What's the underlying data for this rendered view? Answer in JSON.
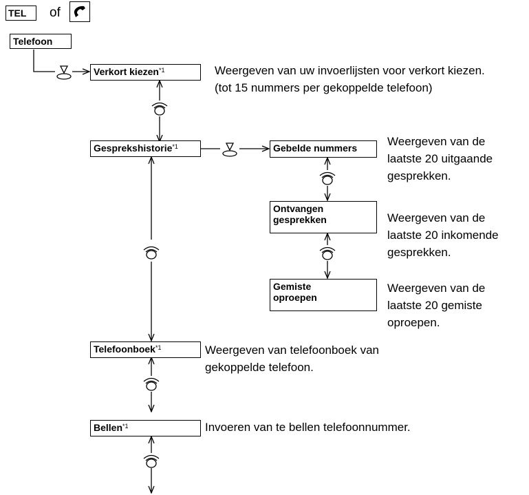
{
  "header": {
    "tel_key": "TEL",
    "of": "of",
    "phone_icon": "phone-handset-icon"
  },
  "menu": {
    "root": "Telefoon",
    "speed_dial": {
      "label": "Verkort kiezen",
      "note": "*1",
      "desc": [
        "Weergeven van uw invoerlijsten voor verkort kiezen.",
        "(tot 15 nummers per gekoppelde telefoon)"
      ]
    },
    "call_history": {
      "label": "Gesprekshistorie",
      "note": "*1"
    },
    "dialed": {
      "label": "Gebelde nummers",
      "desc": [
        "Weergeven van de",
        "laatste 20 uitgaande",
        "gesprekken."
      ]
    },
    "received": {
      "label": [
        "Ontvangen",
        "gesprekken"
      ],
      "desc": [
        "Weergeven van de",
        "laatste 20 inkomende",
        "gesprekken."
      ]
    },
    "missed": {
      "label": [
        "Gemiste",
        "oproepen"
      ],
      "desc": [
        "Weergeven van de",
        "laatste 20 gemiste",
        "oproepen."
      ]
    },
    "phonebook": {
      "label": "Telefoonboek",
      "note": "*1",
      "desc": [
        "Weergeven van telefoonboek van",
        "gekoppelde telefoon."
      ]
    },
    "dial": {
      "label": "Bellen",
      "note": "*1",
      "desc": [
        "Invoeren van te bellen telefoonnummer."
      ]
    }
  },
  "icons": {
    "select": "press-knob-icon",
    "rotate": "rotate-knob-icon"
  }
}
